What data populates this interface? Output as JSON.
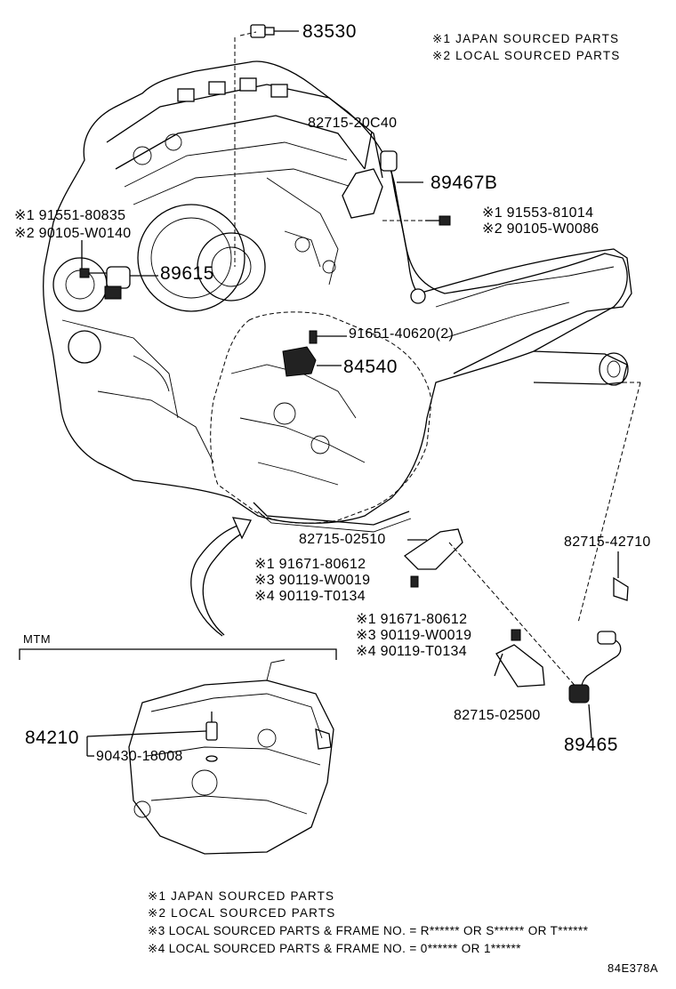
{
  "notes_top": [
    "※1 JAPAN SOURCED PARTS",
    "※2 LOCAL SOURCED PARTS"
  ],
  "notes_bottom": [
    "※1 JAPAN SOURCED PARTS",
    "※2 LOCAL SOURCED PARTS",
    "※3 LOCAL SOURCED PARTS & FRAME NO. = R****** OR S****** OR T******",
    "※4 LOCAL SOURCED PARTS & FRAME NO. = 0****** OR 1******"
  ],
  "parts": {
    "p83530": "83530",
    "p82715_20C40": "82715-20C40",
    "p89467B": "89467B",
    "p91553_81014": "※1 91553-81014",
    "p90105_W0086": "※2 90105-W0086",
    "p91551_80835": "※1 91551-80835",
    "p90105_W0140": "※2 90105-W0140",
    "p89615": "89615",
    "p91651_40620": "91651-40620(2)",
    "p84540": "84540",
    "p82715_02510": "82715-02510",
    "p82715_42710": "82715-42710",
    "p91671_80612_a": "※1 91671-80612",
    "p90119_W0019_a": "※3 90119-W0019",
    "p90119_T0134_a": "※4 90119-T0134",
    "p91671_80612_b": "※1 91671-80612",
    "p90119_W0019_b": "※3 90119-W0019",
    "p90119_T0134_b": "※4 90119-T0134",
    "p82715_02500": "82715-02500",
    "p89465": "89465",
    "p84210": "84210",
    "p90430_18008": "90430-18008"
  },
  "section_label": "MTM",
  "diagram_code": "84E378A"
}
